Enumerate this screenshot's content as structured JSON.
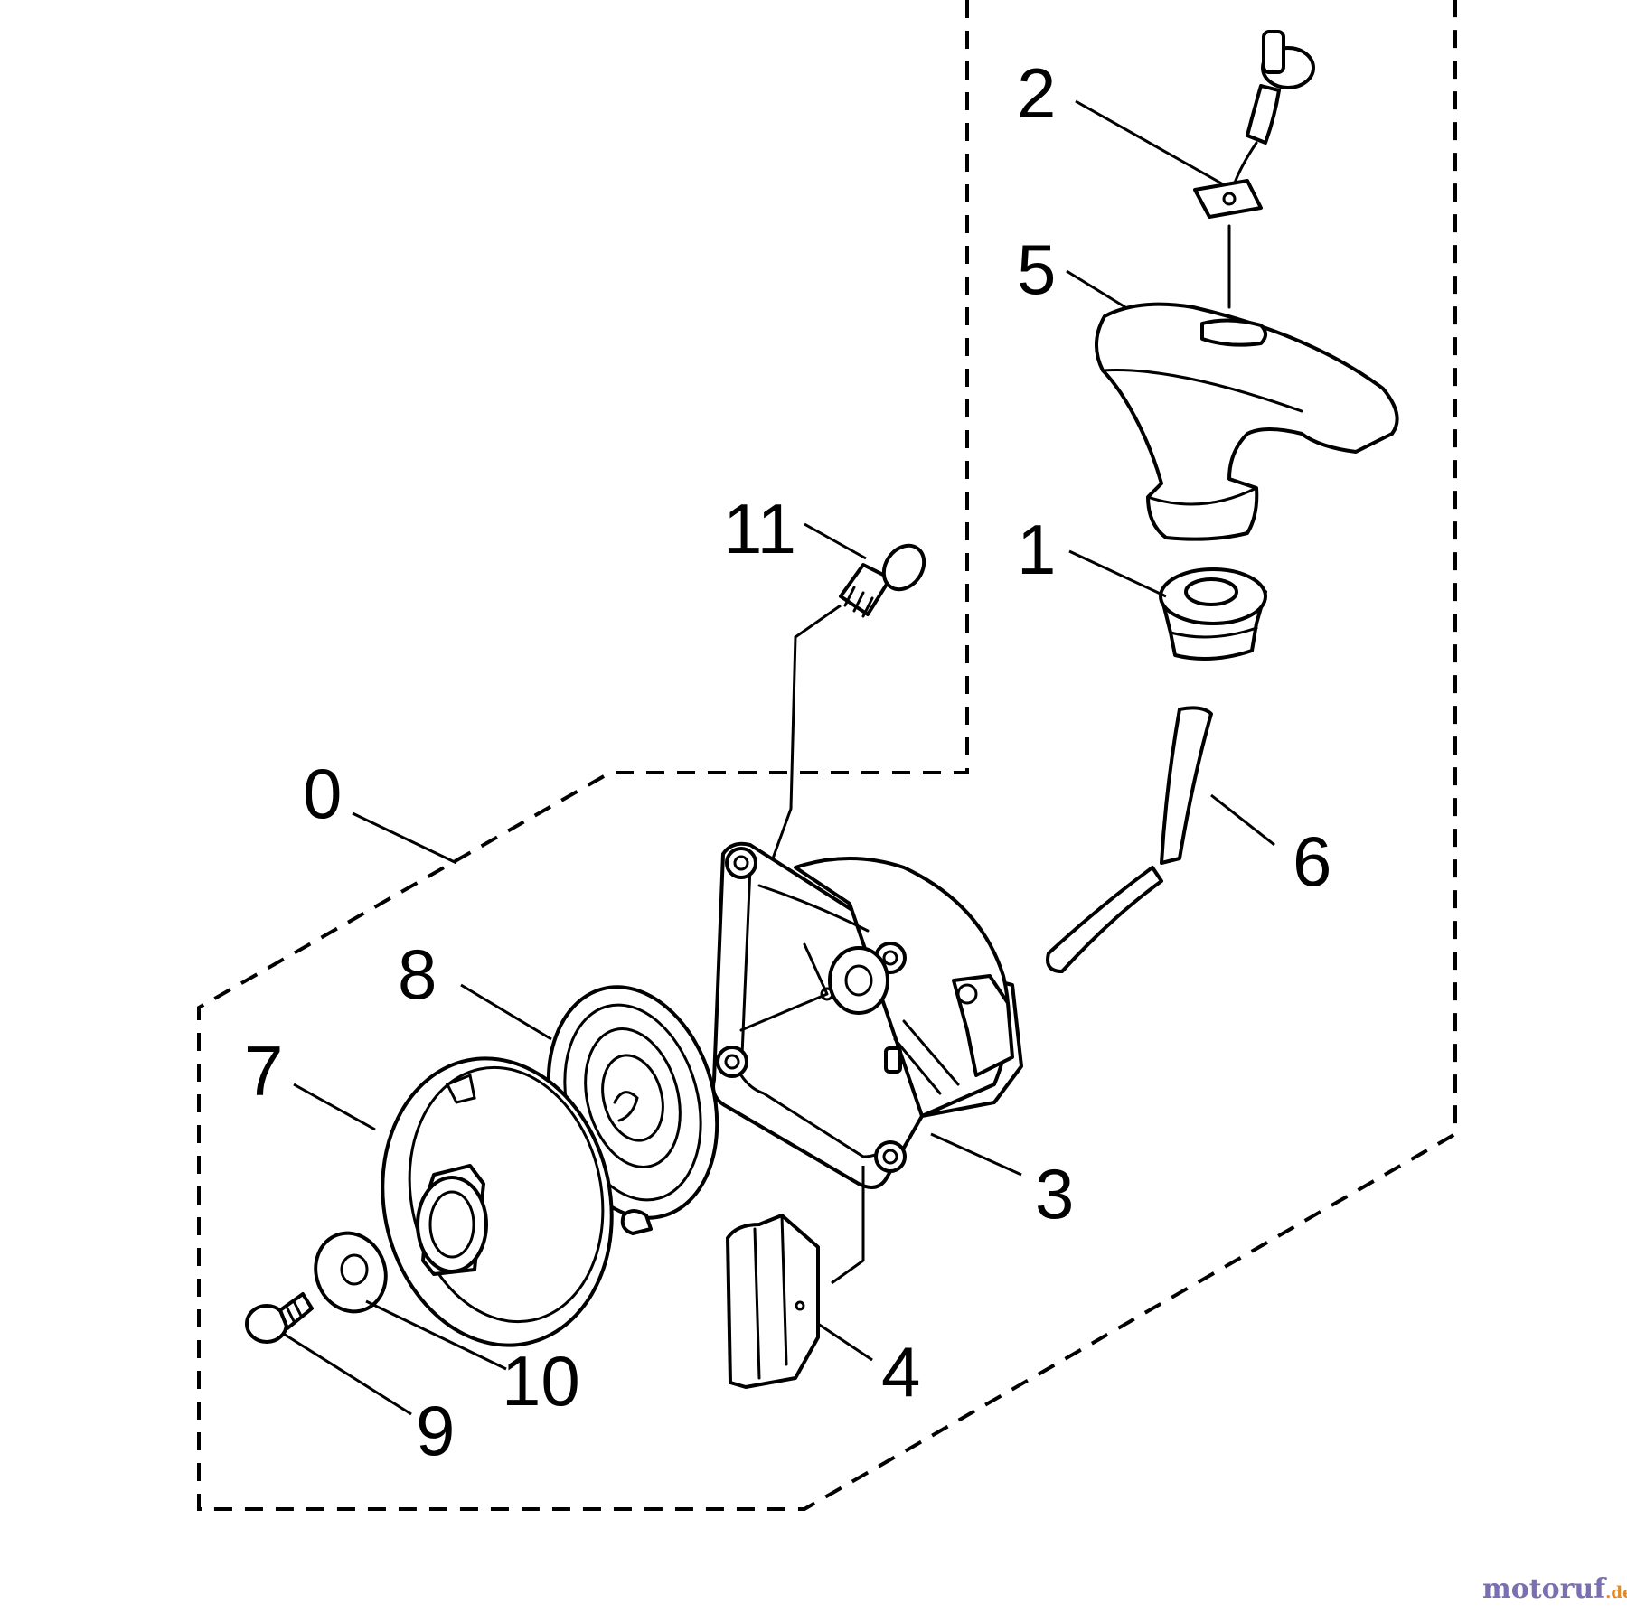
{
  "callouts": {
    "c0": "0",
    "c1": "1",
    "c2": "2",
    "c3": "3",
    "c4": "4",
    "c5": "5",
    "c6": "6",
    "c7": "7",
    "c8": "8",
    "c9": "9",
    "c10": "10",
    "c11": "11"
  },
  "watermark": {
    "brand": "motoruf",
    "suffix": ".de",
    "brand_color": "#7a6fb0",
    "accent_color": "#e08a2e"
  }
}
